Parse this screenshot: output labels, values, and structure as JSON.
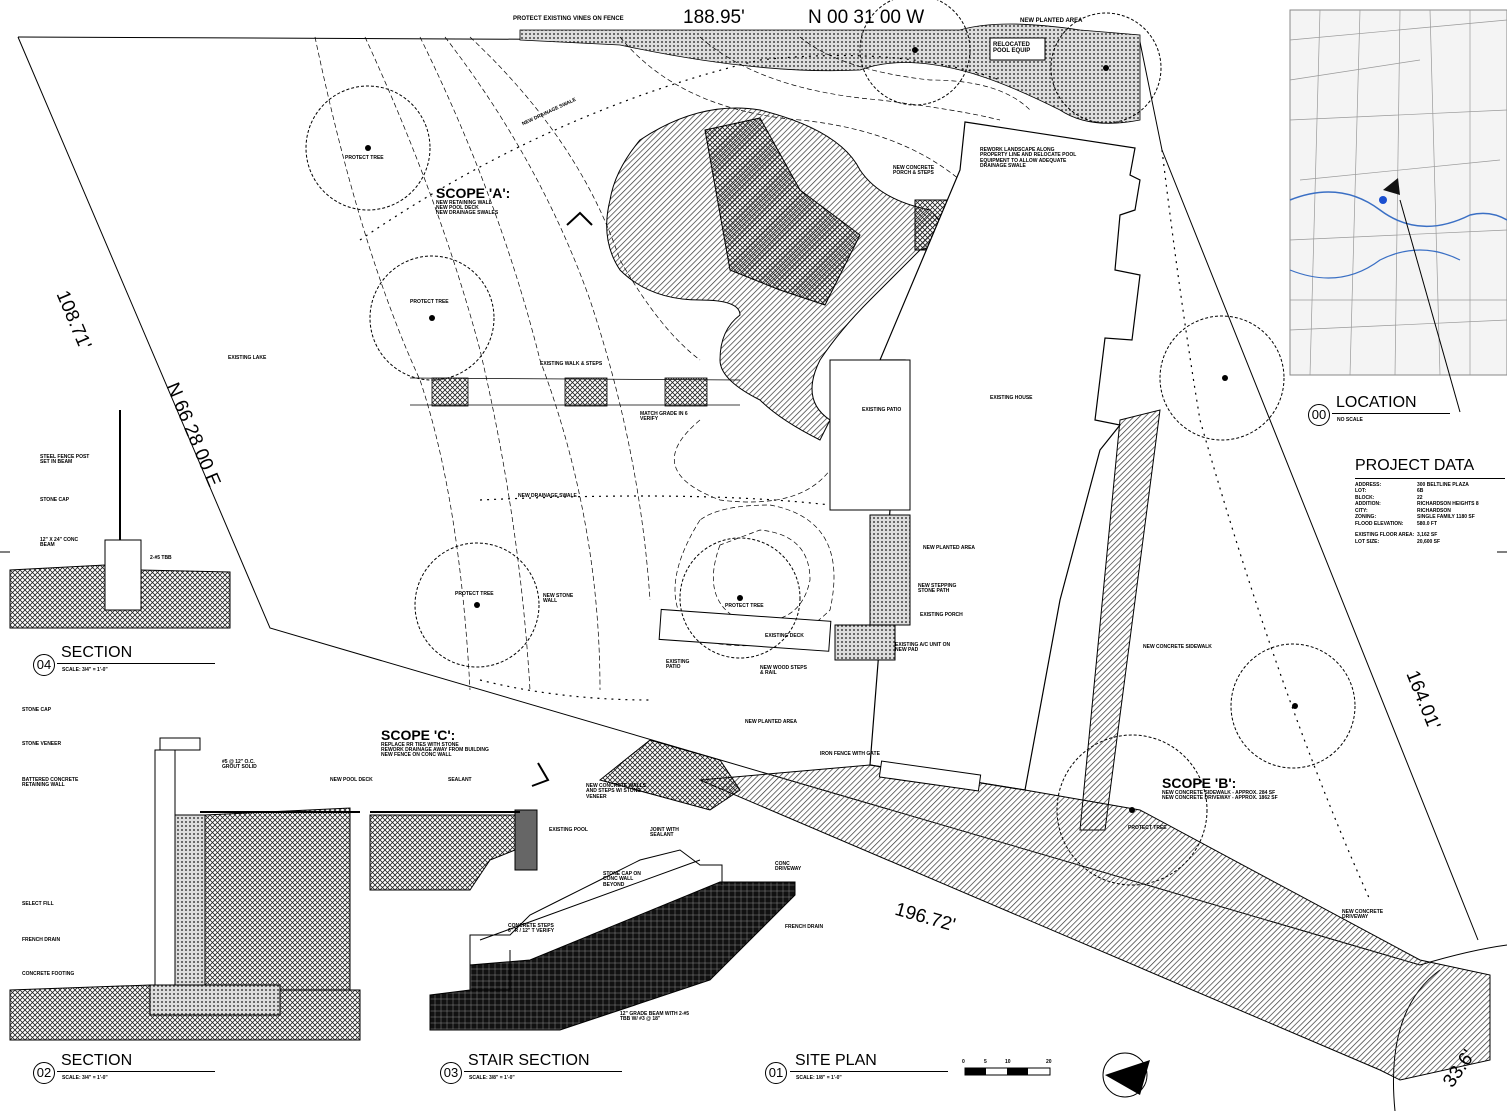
{
  "dimensions": {
    "top_length": "188.95'",
    "top_bearing": "N 00 31 00 W",
    "left_length": "108.71'",
    "left_bearing": "N 66 28 00 E",
    "right_length": "164.01'",
    "bottom_length": "196.72'",
    "corner_length": "33.6'"
  },
  "site_labels": {
    "protect_vines": "PROTECT EXISTING VINES ON FENCE",
    "new_planted_top": "NEW PLANTED AREA",
    "relocated_pool": "RELOCATED POOL EQUIP",
    "protect_tree": "PROTECT TREE",
    "new_drainage_swale": "NEW DRAINAGE SWALE",
    "existing_lake": "EXISTING LAKE",
    "existing_walk": "EXISTING WALK & STEPS",
    "match_grade": "MATCH GRADE IN 6 VERIFY",
    "existing_patio": "EXISTING PATIO",
    "existing_house": "EXISTING HOUSE",
    "new_concrete_porch": "NEW CONCRETE PORCH & STEPS",
    "rework_landscape": "REWORK LANDSCAPE ALONG PROPERTY LINE AND RELOCATE POOL EQUIPMENT TO ALLOW ADEQUATE DRAINAGE SWALE",
    "new_planted_area": "NEW PLANTED AREA",
    "new_stepping": "NEW STEPPING STONE PATH",
    "existing_porch": "EXISTING PORCH",
    "existing_ac": "EXISTING A/C UNIT ON NEW PAD",
    "existing_deck": "EXISTING DECK",
    "new_wood_steps": "NEW WOOD STEPS & RAIL",
    "new_stone_wall": "NEW STONE WALL",
    "iron_fence": "IRON FENCE WITH GATE",
    "new_concrete_walls": "NEW CONCRETE WALLS AND STEPS W/ STONE VENEER",
    "new_sidewalk": "NEW CONCRETE SIDEWALK",
    "new_driveway": "NEW CONCRETE DRIVEWAY",
    "existing_pool": "EXISTING POOL",
    "existing_fin_patio": "EXISTING PATIO"
  },
  "scopes": {
    "a": {
      "title": "SCOPE 'A':",
      "lines": [
        "NEW RETAINING WALL",
        "NEW POOL DECK",
        "NEW DRAINAGE SWALES"
      ]
    },
    "b": {
      "title": "SCOPE 'B':",
      "lines": [
        "NEW CONCRETE SIDEWALK - APPROX. 284 SF",
        "NEW CONCRETE DRIVEWAY - APPROX. 1862 SF"
      ]
    },
    "c": {
      "title": "SCOPE 'C':",
      "lines": [
        "REPLACE RR TIES WITH STONE",
        "REWORK DRAINAGE AWAY FROM BUILDING",
        "NEW FENCE ON CONC WALL"
      ]
    }
  },
  "project_data": {
    "title": "PROJECT DATA",
    "rows": [
      {
        "k": "ADDRESS:",
        "v": "300 BELTLINE PLAZA"
      },
      {
        "k": "LOT:",
        "v": "6B"
      },
      {
        "k": "BLOCK:",
        "v": "22"
      },
      {
        "k": "ADDITION:",
        "v": "RICHARDSON HEIGHTS 8"
      },
      {
        "k": "CITY:",
        "v": "RICHARDSON"
      },
      {
        "k": "ZONING:",
        "v": "SINGLE FAMILY 1180 SF"
      },
      {
        "k": "FLOOD ELEVATION:",
        "v": "580.0 FT"
      },
      {
        "k": "EXISTING FLOOR AREA:",
        "v": "3,162 SF"
      },
      {
        "k": "LOT SIZE:",
        "v": "20,600 SF"
      }
    ]
  },
  "views": [
    {
      "num": "00",
      "title": "LOCATION",
      "scale": "NO SCALE"
    },
    {
      "num": "04",
      "title": "SECTION",
      "scale": "SCALE: 3/4\" = 1'-0\""
    },
    {
      "num": "02",
      "title": "SECTION",
      "scale": "SCALE: 3/4\" = 1'-0\""
    },
    {
      "num": "03",
      "title": "STAIR SECTION",
      "scale": "SCALE: 3/8\" = 1'-0\""
    },
    {
      "num": "01",
      "title": "SITE PLAN",
      "scale": "SCALE: 1/8\" = 1'-0\""
    }
  ],
  "section_labels": {
    "steel_fence": "STEEL FENCE POST SET IN BEAM",
    "stone_cap": "STONE CAP",
    "conc_beam": "12\" X 24\" CONC BEAM",
    "bars": "2-#5 TBB",
    "stone_veneer": "STONE VENEER",
    "battered_wall": "BATTERED CONCRETE RETAINING WALL",
    "grout": "#5 @ 12\" O.C. GROUT SOLID",
    "new_pool_deck": "NEW POOL DECK",
    "sealant": "SEALANT",
    "select_fill": "SELECT FILL",
    "french_drain": "FRENCH DRAIN",
    "concrete_footing": "CONCRETE FOOTING",
    "joint_sealant": "JOINT WITH SEALANT",
    "stone_cap_conc": "STONE CAP ON CONC WALL BEYOND",
    "conc_driveway": "CONC DRIVEWAY",
    "concrete_steps": "CONCRETE STEPS 6\" R / 12\" T VERIFY",
    "grade_beam": "12\" GRADE BEAM WITH 2-#5 TBB W/ #3 @ 18\""
  },
  "scale_bar": [
    "0",
    "5",
    "10",
    "20"
  ]
}
